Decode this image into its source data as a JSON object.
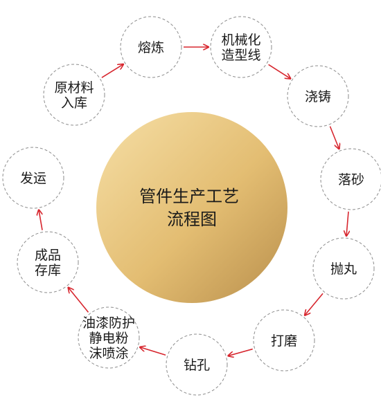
{
  "center": {
    "lines": [
      "管件生产工艺",
      "流程图"
    ]
  },
  "nodes": [
    {
      "id": "melting",
      "lines": [
        "熔炼"
      ]
    },
    {
      "id": "molding-line",
      "lines": [
        "机械化",
        "造型线"
      ]
    },
    {
      "id": "pouring",
      "lines": [
        "浇铸"
      ]
    },
    {
      "id": "shakeout",
      "lines": [
        "落砂"
      ]
    },
    {
      "id": "shot-blasting",
      "lines": [
        "抛丸"
      ]
    },
    {
      "id": "grinding",
      "lines": [
        "打磨"
      ]
    },
    {
      "id": "drilling",
      "lines": [
        "钻孔"
      ]
    },
    {
      "id": "painting",
      "lines": [
        "油漆防护",
        "静电粉",
        "沫喷涂"
      ]
    },
    {
      "id": "finished-storage",
      "lines": [
        "成品",
        "存库"
      ]
    },
    {
      "id": "shipping",
      "lines": [
        "发运"
      ]
    },
    {
      "id": "raw-material-storage",
      "lines": [
        "原材料",
        "入库"
      ]
    }
  ],
  "edges": [
    [
      "raw-material-storage",
      "melting"
    ],
    [
      "melting",
      "molding-line"
    ],
    [
      "molding-line",
      "pouring"
    ],
    [
      "pouring",
      "shakeout"
    ],
    [
      "shakeout",
      "shot-blasting"
    ],
    [
      "shot-blasting",
      "grinding"
    ],
    [
      "grinding",
      "drilling"
    ],
    [
      "drilling",
      "painting"
    ],
    [
      "painting",
      "finished-storage"
    ],
    [
      "finished-storage",
      "shipping"
    ]
  ],
  "colors": {
    "arrow": "#d7262e",
    "node_border": "#8c8c8c",
    "gold_light": "#f6dfa6",
    "gold_mid": "#e3bd72",
    "gold_dark": "#b98f4c"
  }
}
